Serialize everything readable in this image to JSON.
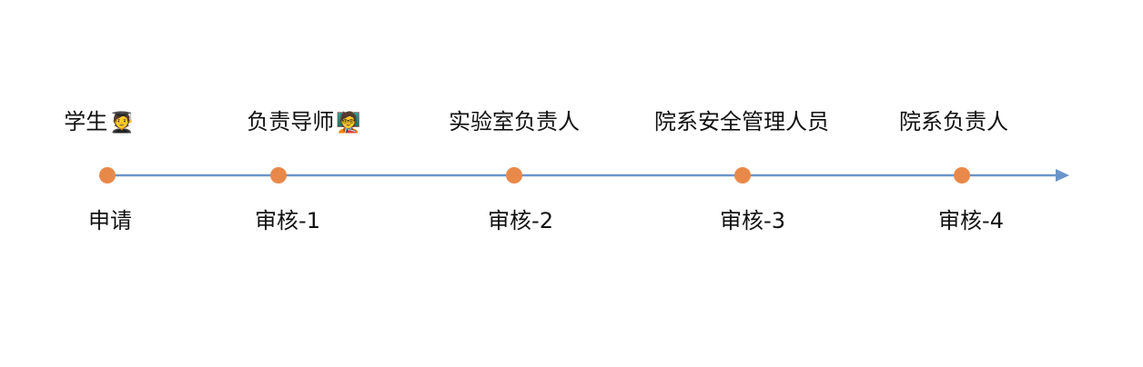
{
  "timeline": {
    "line_color": "#6a95c9",
    "node_color": "#e8894a",
    "steps": [
      {
        "role": "学生",
        "role_icon": "student-icon",
        "role_emoji": "🧑‍🎓",
        "action": "申请"
      },
      {
        "role": "负责导师",
        "role_icon": "teacher-icon",
        "role_emoji": "🧑‍🏫",
        "action": "审核-1"
      },
      {
        "role": "实验室负责人",
        "role_icon": "",
        "role_emoji": "",
        "action": "审核-2"
      },
      {
        "role": "院系安全管理人员",
        "role_icon": "",
        "role_emoji": "",
        "action": "审核-3"
      },
      {
        "role": "院系负责人",
        "role_icon": "",
        "role_emoji": "",
        "action": "审核-4"
      }
    ]
  }
}
